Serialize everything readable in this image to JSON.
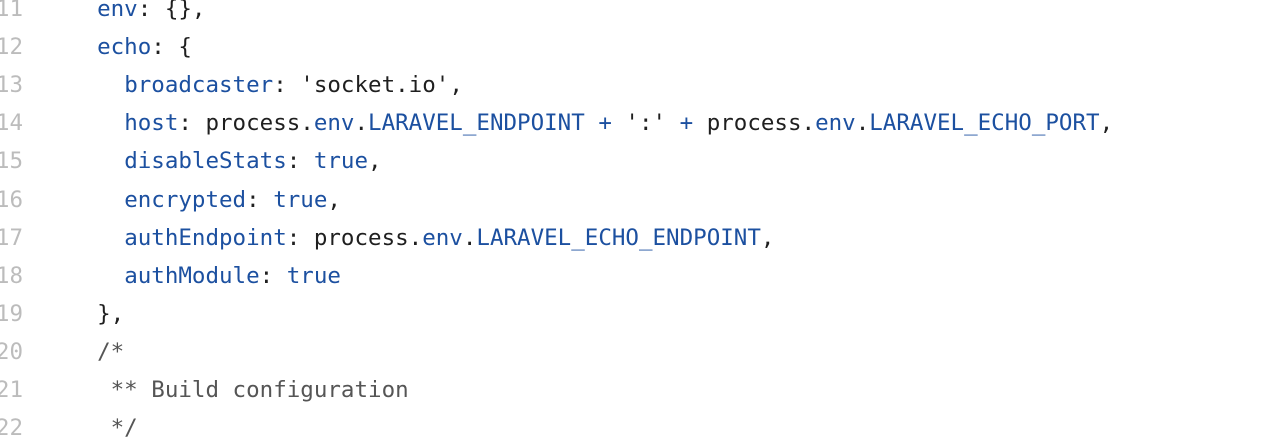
{
  "colors": {
    "background": "#ffffff",
    "line_number": "#bcbcbc",
    "keyword": "#1c50a0",
    "text": "#1f1f1f",
    "comment": "#555555"
  },
  "lines": [
    {
      "number": "11",
      "indent": "  ",
      "tokens": [
        {
          "t": "prop",
          "v": "env"
        },
        {
          "t": "plain",
          "v": ": {},"
        }
      ]
    },
    {
      "number": "12",
      "indent": "  ",
      "tokens": [
        {
          "t": "prop",
          "v": "echo"
        },
        {
          "t": "plain",
          "v": ": {"
        }
      ]
    },
    {
      "number": "13",
      "indent": "    ",
      "tokens": [
        {
          "t": "prop",
          "v": "broadcaster"
        },
        {
          "t": "plain",
          "v": ": "
        },
        {
          "t": "str",
          "v": "'socket.io'"
        },
        {
          "t": "plain",
          "v": ","
        }
      ]
    },
    {
      "number": "14",
      "indent": "    ",
      "tokens": [
        {
          "t": "prop",
          "v": "host"
        },
        {
          "t": "plain",
          "v": ": process."
        },
        {
          "t": "prop",
          "v": "env"
        },
        {
          "t": "plain",
          "v": "."
        },
        {
          "t": "prop",
          "v": "LARAVEL_ENDPOINT"
        },
        {
          "t": "op",
          "v": " + "
        },
        {
          "t": "str",
          "v": "':'"
        },
        {
          "t": "op",
          "v": " + "
        },
        {
          "t": "plain",
          "v": "process."
        },
        {
          "t": "prop",
          "v": "env"
        },
        {
          "t": "plain",
          "v": "."
        },
        {
          "t": "prop",
          "v": "LARAVEL_ECHO_PORT"
        },
        {
          "t": "plain",
          "v": ","
        }
      ]
    },
    {
      "number": "15",
      "indent": "    ",
      "tokens": [
        {
          "t": "prop",
          "v": "disableStats"
        },
        {
          "t": "plain",
          "v": ": "
        },
        {
          "t": "kw",
          "v": "true"
        },
        {
          "t": "plain",
          "v": ","
        }
      ]
    },
    {
      "number": "16",
      "indent": "    ",
      "tokens": [
        {
          "t": "prop",
          "v": "encrypted"
        },
        {
          "t": "plain",
          "v": ": "
        },
        {
          "t": "kw",
          "v": "true"
        },
        {
          "t": "plain",
          "v": ","
        }
      ]
    },
    {
      "number": "17",
      "indent": "    ",
      "tokens": [
        {
          "t": "prop",
          "v": "authEndpoint"
        },
        {
          "t": "plain",
          "v": ": process."
        },
        {
          "t": "prop",
          "v": "env"
        },
        {
          "t": "plain",
          "v": "."
        },
        {
          "t": "prop",
          "v": "LARAVEL_ECHO_ENDPOINT"
        },
        {
          "t": "plain",
          "v": ","
        }
      ]
    },
    {
      "number": "18",
      "indent": "    ",
      "tokens": [
        {
          "t": "prop",
          "v": "authModule"
        },
        {
          "t": "plain",
          "v": ": "
        },
        {
          "t": "kw",
          "v": "true"
        }
      ]
    },
    {
      "number": "19",
      "indent": "  ",
      "tokens": [
        {
          "t": "plain",
          "v": "},"
        }
      ]
    },
    {
      "number": "20",
      "indent": "  ",
      "tokens": [
        {
          "t": "cmt",
          "v": "/*"
        }
      ]
    },
    {
      "number": "21",
      "indent": "  ",
      "tokens": [
        {
          "t": "cmt",
          "v": " ** Build configuration"
        }
      ]
    },
    {
      "number": "22",
      "indent": "  ",
      "tokens": [
        {
          "t": "cmt",
          "v": " */"
        }
      ]
    }
  ]
}
